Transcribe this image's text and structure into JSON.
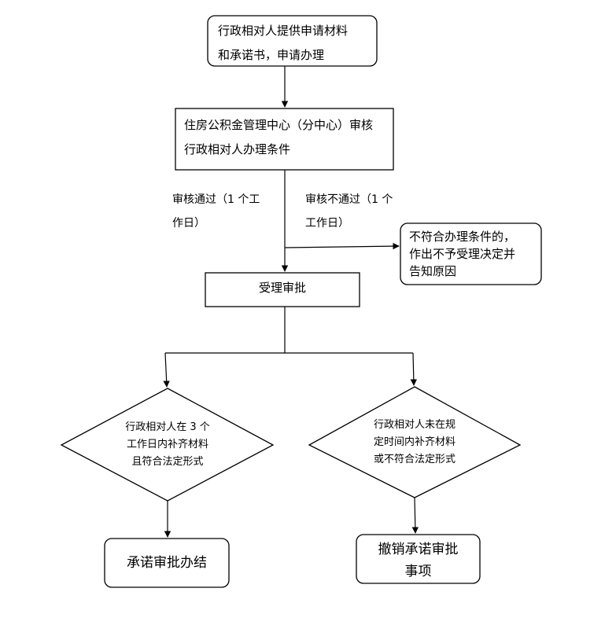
{
  "nodes": {
    "start": {
      "lines": [
        "行政相对人提供申请材料",
        "和承诺书，申请办理"
      ]
    },
    "review": {
      "lines": [
        "住房公积金管理中心（分中心）审核",
        "行政相对人办理条件"
      ]
    },
    "reject": {
      "lines": [
        "不符合办理条件的，",
        "作出不予受理决定并",
        "告知原因"
      ]
    },
    "accept": {
      "lines": [
        "受理审批"
      ]
    },
    "cond_left": {
      "lines": [
        "行政相对人在 3 个",
        "工作日内补齐材料",
        "且符合法定形式"
      ]
    },
    "cond_right": {
      "lines": [
        "行政相对人未在规",
        "定时间内补齐材料",
        "或不符合法定形式"
      ]
    },
    "end_left": {
      "lines": [
        "承诺审批办结"
      ]
    },
    "end_right": {
      "lines": [
        "撤销承诺审批",
        "事项"
      ]
    }
  },
  "edges": {
    "pass": {
      "lines": [
        "审核通过（1 个工",
        "作日）"
      ]
    },
    "fail": {
      "lines": [
        "审核不通过（1 个",
        "工作日）"
      ]
    }
  }
}
